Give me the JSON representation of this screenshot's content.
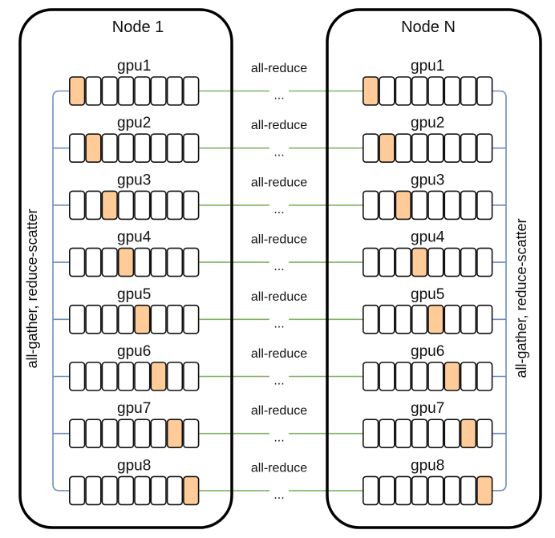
{
  "nodes": [
    {
      "id": "node-1",
      "title": "Node 1",
      "side": "left",
      "bracket_label": "all-gather, reduce-scatter"
    },
    {
      "id": "node-n",
      "title": "Node N",
      "side": "right",
      "bracket_label": "all-gather, reduce-scatter"
    }
  ],
  "gpus": [
    {
      "label": "gpu1",
      "highlighted_cell": 1
    },
    {
      "label": "gpu2",
      "highlighted_cell": 2
    },
    {
      "label": "gpu3",
      "highlighted_cell": 3
    },
    {
      "label": "gpu4",
      "highlighted_cell": 4
    },
    {
      "label": "gpu5",
      "highlighted_cell": 5
    },
    {
      "label": "gpu6",
      "highlighted_cell": 6
    },
    {
      "label": "gpu7",
      "highlighted_cell": 7
    },
    {
      "label": "gpu8",
      "highlighted_cell": 8
    }
  ],
  "cells_per_gpu": 8,
  "inter_node": {
    "label": "all-reduce",
    "ellipsis": "..."
  },
  "colors": {
    "highlight_fill": "#ffcc99",
    "cell_fill": "#ffffff",
    "inter_node_link": "#82b366",
    "intra_node_bracket": "#6c8ebf",
    "node_border": "#000000"
  }
}
